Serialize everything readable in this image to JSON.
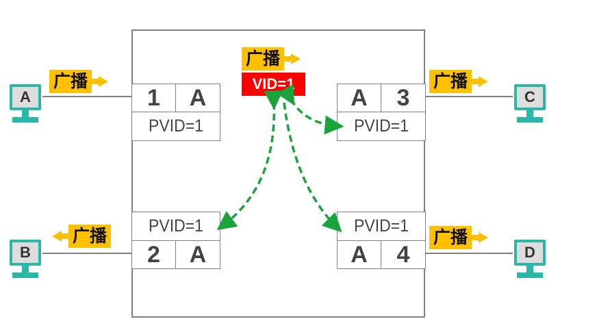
{
  "broadcast_label": "广播",
  "vlan_tag": "VID=1",
  "ports": [
    {
      "port_number": "1",
      "vlan": "A",
      "pvid": "PVID=1"
    },
    {
      "port_number": "2",
      "vlan": "A",
      "pvid": "PVID=1"
    },
    {
      "port_number": "3",
      "vlan": "A",
      "pvid": "PVID=1"
    },
    {
      "port_number": "4",
      "vlan": "A",
      "pvid": "PVID=1"
    }
  ],
  "hosts": [
    {
      "name": "A"
    },
    {
      "name": "B"
    },
    {
      "name": "C"
    },
    {
      "name": "D"
    }
  ],
  "colors": {
    "broadcast_tag": "#ffc000",
    "vid_tag": "#ff0000",
    "flow_arrows": "#1aa33a",
    "host_monitor": "#2bb7a8",
    "box_border": "#7f7f7f"
  }
}
